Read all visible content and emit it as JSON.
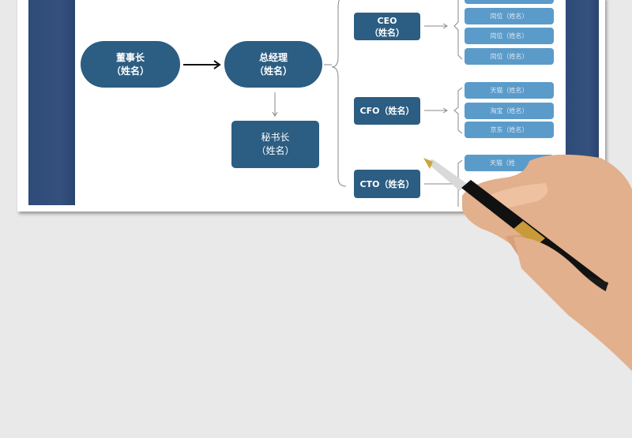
{
  "colors": {
    "dark_node": "#2c5d82",
    "light_node": "#5b9bca",
    "strip": "#2f4b79",
    "background": "#e9e9e9"
  },
  "nodes": {
    "chairman": {
      "title": "董事长",
      "name": "（姓名）"
    },
    "gm": {
      "title": "总经理",
      "name": "（姓名）"
    },
    "secretary": {
      "title": "秘书长",
      "name": "（姓名）"
    },
    "ceo": {
      "title": "CEO",
      "name": "（姓名）"
    },
    "cfo": {
      "label": "CFO（姓名）"
    },
    "cto": {
      "label": "CTO（姓名）"
    }
  },
  "ceo_roles": [
    "岗位（姓名）",
    "岗位（姓名）",
    "岗位（姓名）"
  ],
  "cfo_roles": [
    "天猫（姓名）",
    "淘宝（姓名）",
    "京东（姓名）"
  ],
  "cto_roles": [
    "天猫（姓"
  ]
}
